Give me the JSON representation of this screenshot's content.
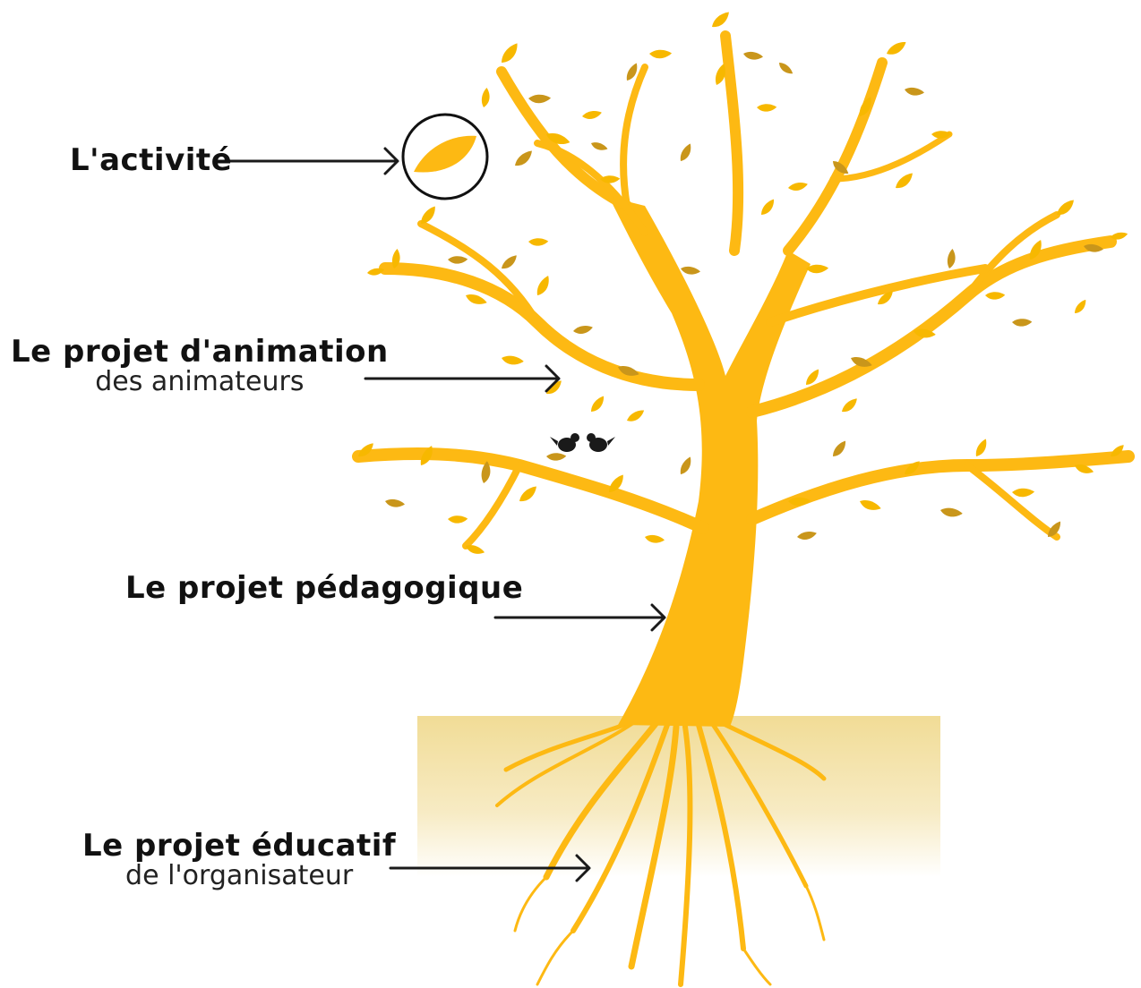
{
  "colors": {
    "tree": "#FDB913",
    "leaf_light": "#F7B800",
    "leaf_dark": "#C9961B",
    "soil": "#F3E2A6",
    "arrow": "#1a1a1a",
    "birds": "#1a1a1a"
  },
  "labels": {
    "activity": "L'activité",
    "animation_title": "Le projet d'animation",
    "animation_sub": "des animateurs",
    "pedagogical": "Le projet pédagogique",
    "educational_title": "Le projet éducatif",
    "educational_sub": "de l'organisateur"
  }
}
